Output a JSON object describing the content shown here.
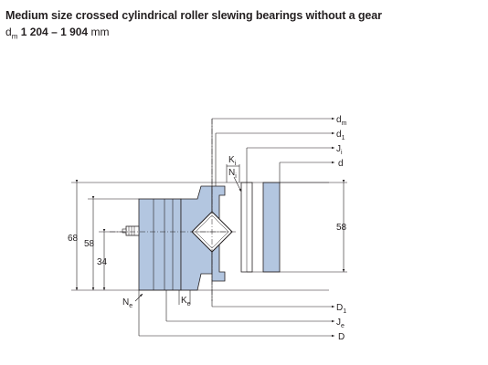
{
  "header": {
    "title": "Medium size crossed cylindrical roller slewing bearings without a gear",
    "subtitle_symbol": "d",
    "subtitle_symbol_sub": "m",
    "subtitle_range": "1 204 – 1 904",
    "subtitle_unit": "mm"
  },
  "dimension_labels": {
    "dm": "d",
    "dm_sub": "m",
    "d1": "d",
    "d1_sub": "1",
    "ji": "J",
    "ji_sub": "i",
    "d": "d",
    "ki": "K",
    "ki_sub": "i",
    "ni": "N",
    "ni_sub": "i",
    "h68": "68",
    "h58_left": "58",
    "h34": "34",
    "h58_right": "58",
    "ne": "N",
    "ne_sub": "e",
    "ke": "K",
    "ke_sub": "e",
    "D1": "D",
    "D1_sub": "1",
    "je": "J",
    "je_sub": "e",
    "D": "D"
  },
  "colors": {
    "ring_fill": "#b3c6e0",
    "line": "#231f20"
  }
}
